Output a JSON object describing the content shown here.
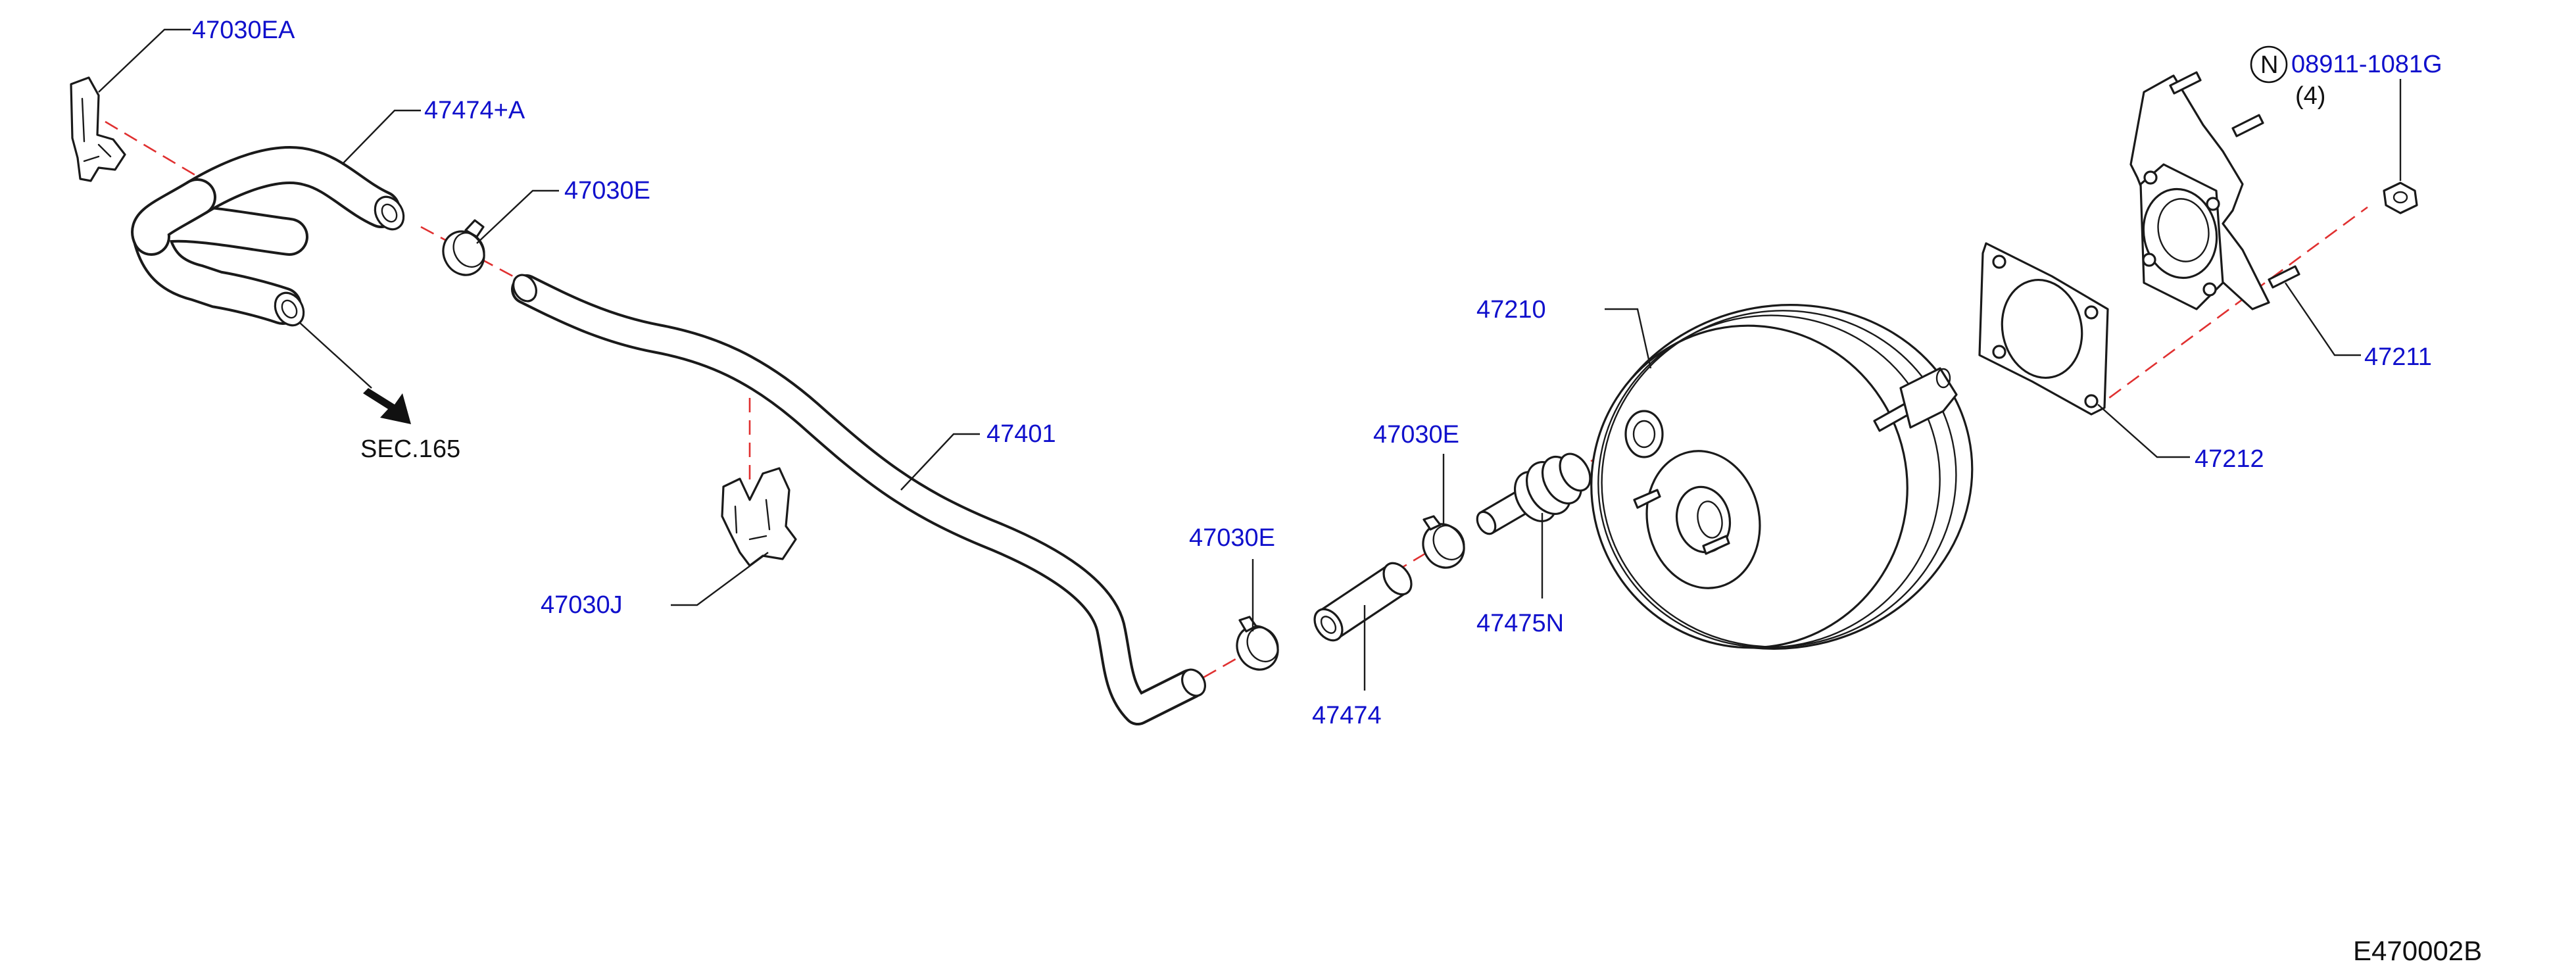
{
  "colors": {
    "part_number": "#1010cc",
    "text": "#111111",
    "line": "#1a1a1a",
    "centerline": "#e03030"
  },
  "labels": {
    "p47030EA": "47030EA",
    "p47474A": "47474+A",
    "p47030E_top": "47030E",
    "sec165": "SEC.165",
    "p47401": "47401",
    "p47030J": "47030J",
    "p47030E_mid": "47030E",
    "p47030E_low": "47030E",
    "p47474": "47474",
    "p47475N": "47475N",
    "p47210": "47210",
    "nut_symbol": "N",
    "p08911": "08911-1081G",
    "nut_qty": "(4)",
    "p47211": "47211",
    "p47212": "47212",
    "diagram_code": "E470002B"
  }
}
